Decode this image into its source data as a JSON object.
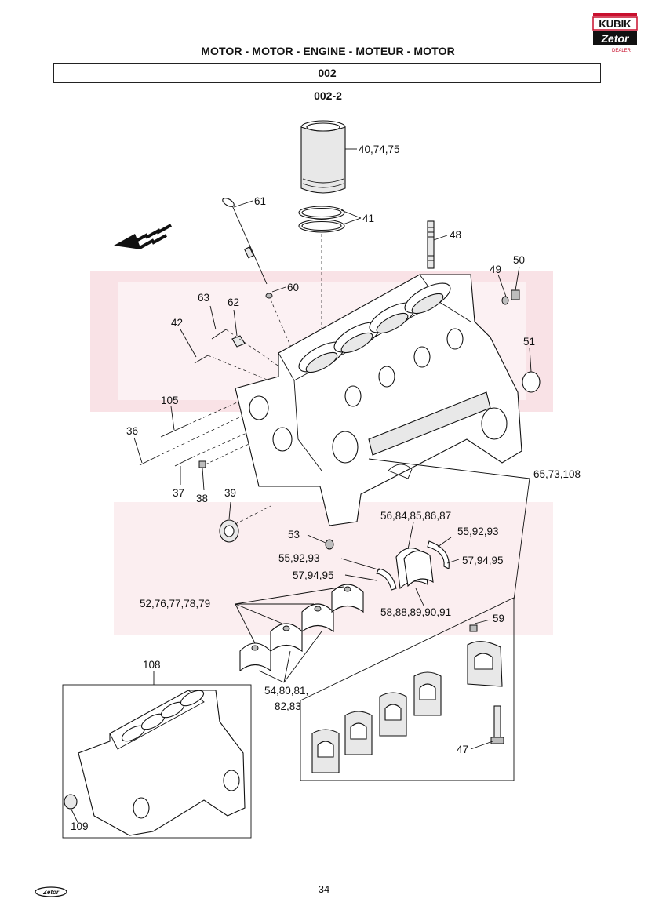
{
  "header": {
    "title": "MOTOR - MOTOR - ENGINE - MOTEUR - MOTOR",
    "group_code": "002",
    "figure_code": "002-2"
  },
  "logo": {
    "brand_top": "KUBIK",
    "brand_bottom": "Zetor",
    "brand_tag": "DEALER",
    "colors": {
      "red": "#c8102e",
      "black": "#111111"
    }
  },
  "callouts": [
    {
      "id": "c-40",
      "text": "40,74,75"
    },
    {
      "id": "c-41",
      "text": "41"
    },
    {
      "id": "c-61",
      "text": "61"
    },
    {
      "id": "c-48",
      "text": "48"
    },
    {
      "id": "c-49",
      "text": "49"
    },
    {
      "id": "c-50",
      "text": "50"
    },
    {
      "id": "c-60",
      "text": "60"
    },
    {
      "id": "c-63",
      "text": "63"
    },
    {
      "id": "c-62",
      "text": "62"
    },
    {
      "id": "c-42",
      "text": "42"
    },
    {
      "id": "c-51",
      "text": "51"
    },
    {
      "id": "c-105",
      "text": "105"
    },
    {
      "id": "c-36",
      "text": "36"
    },
    {
      "id": "c-65",
      "text": "65,73,108"
    },
    {
      "id": "c-37",
      "text": "37"
    },
    {
      "id": "c-38",
      "text": "38"
    },
    {
      "id": "c-39",
      "text": "39"
    },
    {
      "id": "c-56",
      "text": "56,84,85,86,87"
    },
    {
      "id": "c-53",
      "text": "53"
    },
    {
      "id": "c-55a",
      "text": "55,92,93"
    },
    {
      "id": "c-55b",
      "text": "55,92,93"
    },
    {
      "id": "c-57a",
      "text": "57,94,95"
    },
    {
      "id": "c-57b",
      "text": "57,94,95"
    },
    {
      "id": "c-52",
      "text": "52,76,77,78,79"
    },
    {
      "id": "c-58",
      "text": "58,88,89,90,91"
    },
    {
      "id": "c-59",
      "text": "59"
    },
    {
      "id": "c-108",
      "text": "108"
    },
    {
      "id": "c-54a",
      "text": "54,80,81,"
    },
    {
      "id": "c-54b",
      "text": "82,83"
    },
    {
      "id": "c-47",
      "text": "47"
    },
    {
      "id": "c-109",
      "text": "109"
    }
  ],
  "footer": {
    "page_number": "34",
    "logo_text": "Zetor"
  }
}
